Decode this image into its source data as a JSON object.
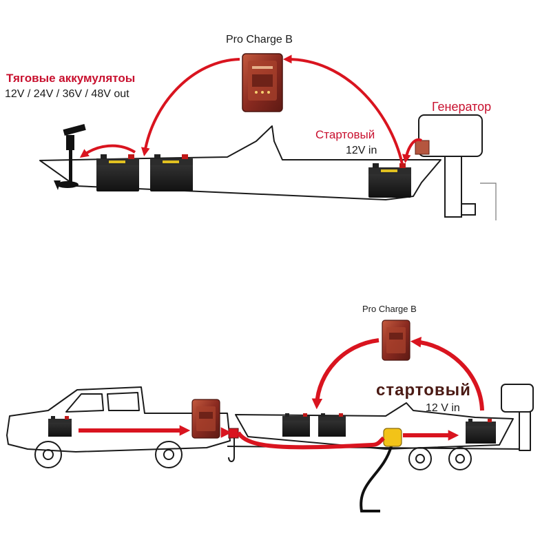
{
  "colors": {
    "arrow": "#d9141f",
    "label_red": "#c8102e",
    "outline": "#1a1a1a",
    "battery_body": "#222222",
    "battery_top": "#2c2c2c",
    "charger_body": "#8a2a20",
    "charger_face": "#b8462f",
    "generator_box": "#b5563f",
    "plug": "#f2c318"
  },
  "top_diagram": {
    "charger_label": "Pro Charge B",
    "traction_title": "Тяговые аккумулятоы",
    "traction_out": "12V / 24V / 36V / 48V out",
    "starter_label": "Стартовый",
    "starter_in": "12V in",
    "generator_label": "Генератор",
    "charger_icon": "battery-charger-icon",
    "battery_icon": "car-battery-icon",
    "motor_icon": "trolling-motor-icon",
    "engine_icon": "outboard-engine-icon"
  },
  "bottom_diagram": {
    "charger_label": "Pro Charge B",
    "starter_label": "стартовый",
    "starter_in": "12 V in",
    "truck_icon": "pickup-truck-icon",
    "trailer_icon": "boat-trailer-icon",
    "plug_icon": "power-plug-icon"
  }
}
